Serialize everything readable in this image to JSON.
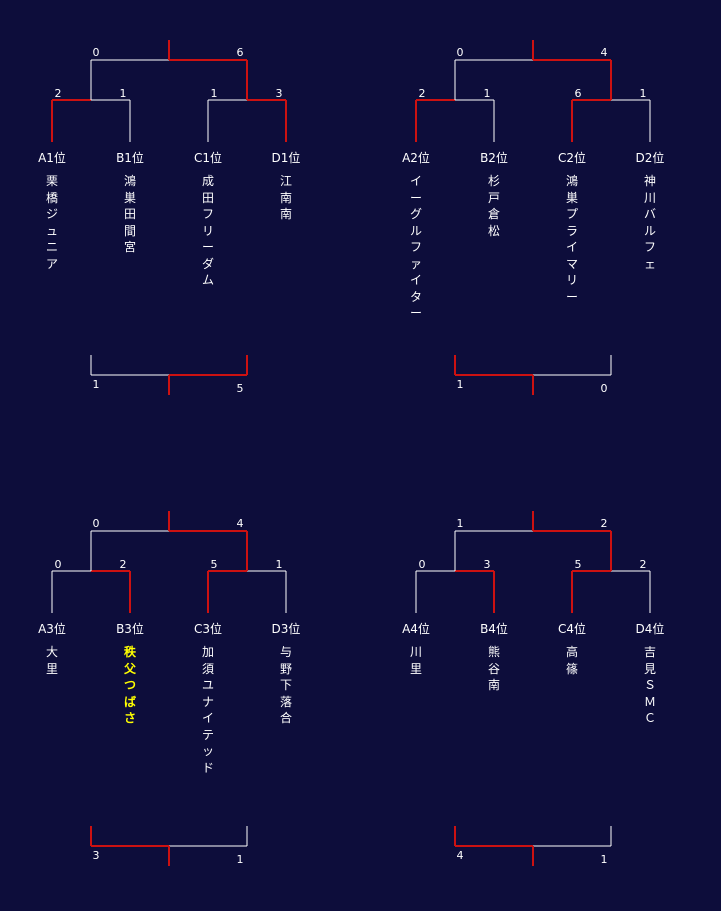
{
  "colors": {
    "background": "#0d0d3b",
    "win_line": "#cc1111",
    "line": "#ffffff",
    "highlight_text": "#ffff00"
  },
  "brackets": [
    {
      "teams": [
        {
          "seed": "A1位",
          "name": "栗橋ジュニア",
          "highlight": false
        },
        {
          "seed": "B1位",
          "name": "鴻巣田間宮",
          "highlight": false
        },
        {
          "seed": "C1位",
          "name": "成田フリーダム",
          "highlight": false
        },
        {
          "seed": "D1位",
          "name": "江南南",
          "highlight": false
        }
      ],
      "sf1": {
        "left": "2",
        "right": "1",
        "winner": "left"
      },
      "sf2": {
        "left": "1",
        "right": "3",
        "winner": "right"
      },
      "final": {
        "left": "0",
        "right": "6",
        "winner": "right"
      },
      "third": {
        "left": "1",
        "right": "5",
        "winner": "right"
      }
    },
    {
      "teams": [
        {
          "seed": "A2位",
          "name": "イーグルファイター",
          "highlight": false
        },
        {
          "seed": "B2位",
          "name": "杉戸倉松",
          "highlight": false
        },
        {
          "seed": "C2位",
          "name": "鴻巣プライマリー",
          "highlight": false
        },
        {
          "seed": "D2位",
          "name": "神川バルフェ",
          "highlight": false
        }
      ],
      "sf1": {
        "left": "2",
        "right": "1",
        "winner": "left"
      },
      "sf2": {
        "left": "6",
        "right": "1",
        "winner": "left"
      },
      "final": {
        "left": "0",
        "right": "4",
        "winner": "right"
      },
      "third": {
        "left": "1",
        "right": "0",
        "winner": "left"
      }
    },
    {
      "teams": [
        {
          "seed": "A3位",
          "name": "大里",
          "highlight": false
        },
        {
          "seed": "B3位",
          "name": "秩父つばさ",
          "highlight": true
        },
        {
          "seed": "C3位",
          "name": "加須ユナイテッド",
          "highlight": false
        },
        {
          "seed": "D3位",
          "name": "与野下落合",
          "highlight": false
        }
      ],
      "sf1": {
        "left": "0",
        "right": "2",
        "winner": "right"
      },
      "sf2": {
        "left": "5",
        "right": "1",
        "winner": "left"
      },
      "final": {
        "left": "0",
        "right": "4",
        "winner": "right"
      },
      "third": {
        "left": "3",
        "right": "1",
        "winner": "left"
      }
    },
    {
      "teams": [
        {
          "seed": "A4位",
          "name": "川里",
          "highlight": false
        },
        {
          "seed": "B4位",
          "name": "熊谷南",
          "highlight": false
        },
        {
          "seed": "C4位",
          "name": "高篠",
          "highlight": false
        },
        {
          "seed": "D4位",
          "name": "吉見ＳＭＣ",
          "highlight": false
        }
      ],
      "sf1": {
        "left": "0",
        "right": "3",
        "winner": "right"
      },
      "sf2": {
        "left": "5",
        "right": "2",
        "winner": "left"
      },
      "final": {
        "left": "1",
        "right": "2",
        "winner": "right"
      },
      "third": {
        "left": "4",
        "right": "1",
        "winner": "left"
      }
    }
  ]
}
